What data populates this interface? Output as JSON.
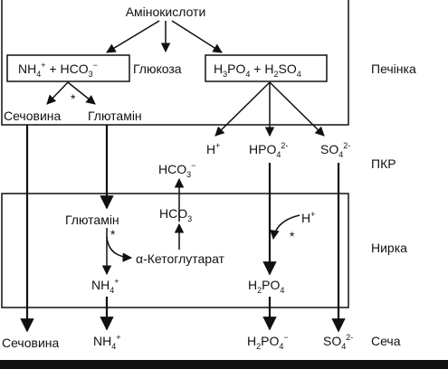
{
  "liver": {
    "amino_acids": "Амінокислоти",
    "nh4_hco3": {
      "nh": "NH",
      "nh_sub": "4",
      "nh_sup": "+",
      "plus": " + HCO",
      "hco_sub": "3",
      "hco_sup": "−"
    },
    "glucose": "Глюкоза",
    "acids": {
      "h": "H",
      "h_sub": "3",
      "po": "PO",
      "po_sub": "4",
      "plus": " + H",
      "h2_sub": "2",
      "so": "SO",
      "so_sub": "4"
    },
    "urea": "Сечовина",
    "glutamine": "Глютамін",
    "star": "*",
    "label": "Печінка"
  },
  "ions": {
    "h": "H",
    "h_sup": "+",
    "hpo": "HPO",
    "hpo_sub": "4",
    "hpo_sup": "2-",
    "so": "SO",
    "so_sub": "4",
    "so_sup": "2-",
    "hco": "HCO",
    "hco_sub": "3",
    "hco_sup": "−",
    "label": "ПКР"
  },
  "kidney": {
    "glutamine": "Глютамін",
    "hco": "HCO",
    "hco_sub": "3",
    "h": "H",
    "h_sup": "+",
    "star1": "*",
    "star2": "*",
    "ketoglutarate": "α-Кетоглутарат",
    "nh4": "NH",
    "nh4_sub": "4",
    "nh4_sup": "+",
    "h2po4": "H",
    "h2po4_sub1": "2",
    "h2po4_po": "PO",
    "h2po4_sub2": "4",
    "label": "Нирка"
  },
  "urine": {
    "urea": "Сечовина",
    "nh4": "NH",
    "nh4_sub": "4",
    "nh4_sup": "+",
    "h2po4": "H",
    "h2po4_sub1": "2",
    "h2po4_po": "PO",
    "h2po4_sub2": "4",
    "h2po4_sup": "−",
    "so4": "SO",
    "so4_sub": "4",
    "so4_sup": "2-",
    "label": "Сеча"
  }
}
